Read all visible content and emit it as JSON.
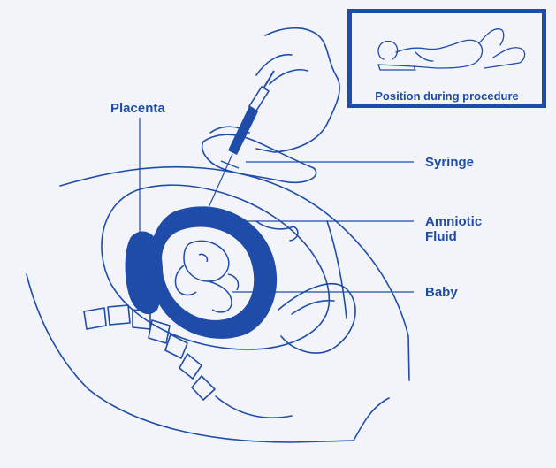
{
  "figure": {
    "labels": {
      "placenta": "Placenta",
      "syringe": "Syringe",
      "amniotic_fluid_line1": "Amniotic",
      "amniotic_fluid_line2": "Fluid",
      "baby": "Baby"
    },
    "inset": {
      "caption": "Position during procedure"
    },
    "colors": {
      "line": "#1e4ca8",
      "fill": "#1e4ca8",
      "background": "#f3f4fa"
    }
  }
}
